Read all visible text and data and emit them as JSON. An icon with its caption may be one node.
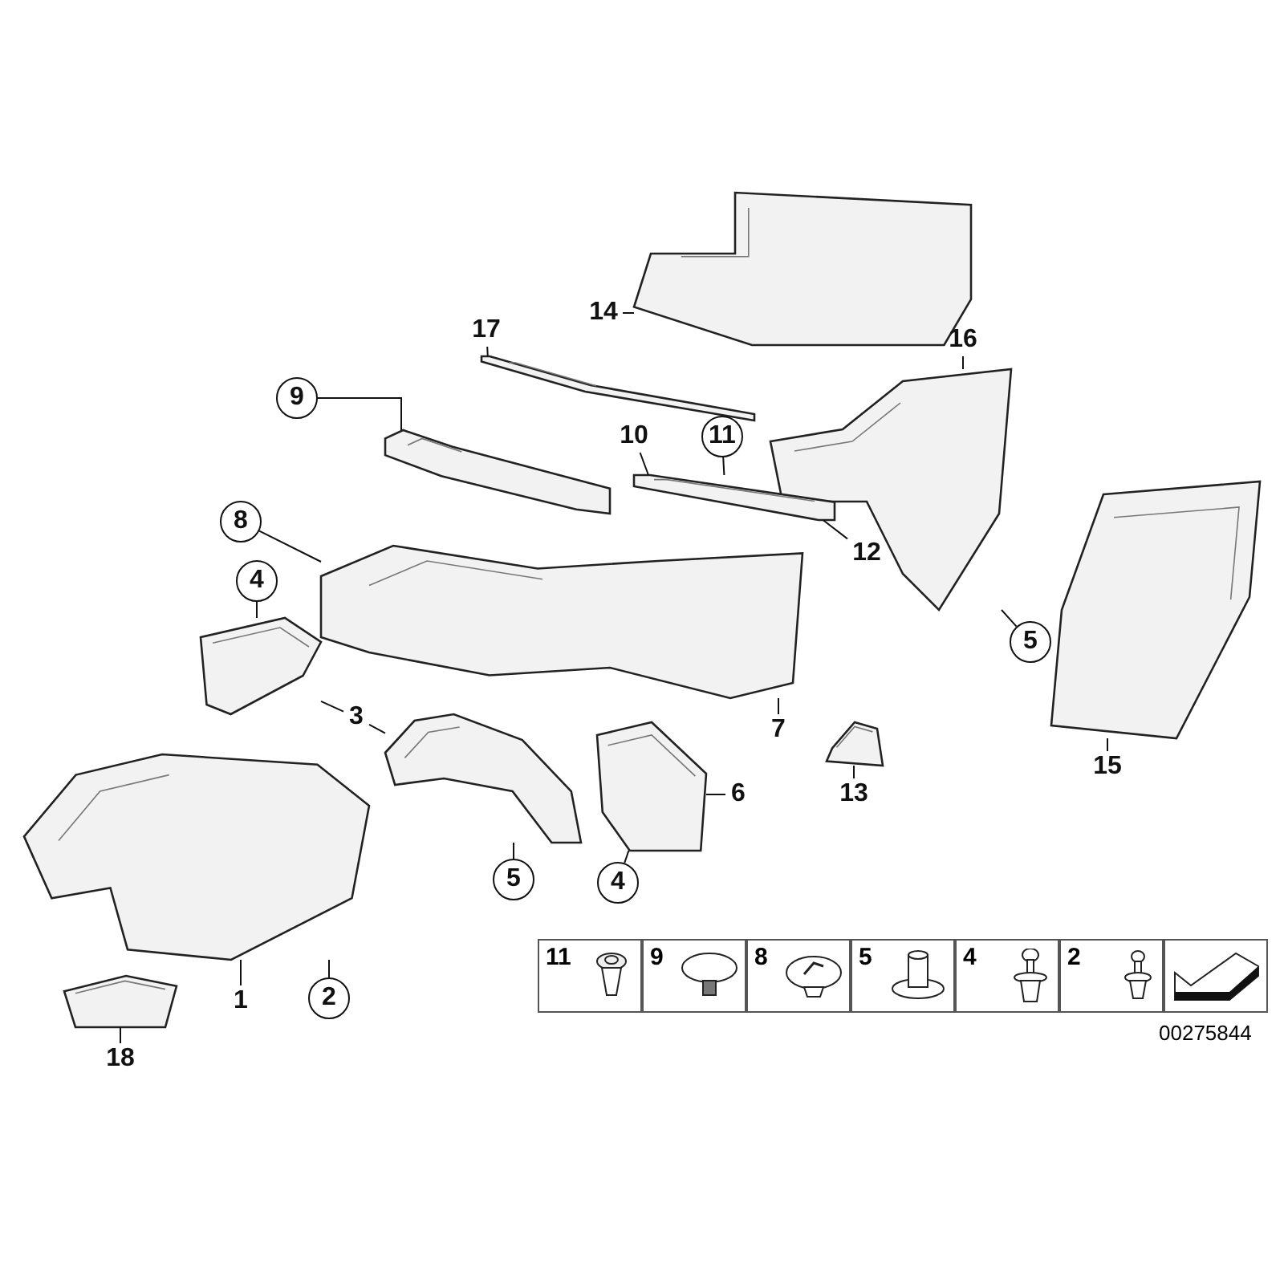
{
  "diagram": {
    "nodes": [
      {
        "text": [
          "17"
        ]
      },
      {
        "text": [
          "14"
        ]
      },
      {
        "text": [
          "16"
        ]
      },
      {
        "text": [
          "9"
        ]
      },
      {
        "text": [
          "10"
        ]
      },
      {
        "text": [
          "11"
        ]
      },
      {
        "text": [
          "8"
        ]
      },
      {
        "text": [
          "4"
        ]
      },
      {
        "text": [
          "5"
        ]
      },
      {
        "text": [
          "12"
        ]
      },
      {
        "text": [
          "3"
        ]
      },
      {
        "text": [
          "13"
        ]
      },
      {
        "text": [
          "15"
        ]
      },
      {
        "text": [
          "7"
        ]
      },
      {
        "text": [
          "5"
        ]
      },
      {
        "text": [
          "4"
        ]
      },
      {
        "text": [
          "6"
        ]
      },
      {
        "text": [
          "18"
        ]
      },
      {
        "text": [
          "1"
        ]
      },
      {
        "text": [
          "2"
        ]
      },
      {
        "text": [],
        "shape": "picture"
      },
      {
        "text": [],
        "shape": "picture"
      },
      {
        "text": [],
        "shape": "picture"
      },
      {
        "text": [],
        "shape": "picture"
      },
      {
        "text": [],
        "shape": "picture"
      },
      {
        "text": [],
        "shape": "picture"
      },
      {
        "text": [],
        "shape": "picture"
      },
      {
        "text": [],
        "shape": "picture"
      },
      {
        "text": [],
        "shape": "picture"
      },
      {
        "text": [],
        "shape": "picture"
      },
      {
        "text": [],
        "shape": "picture"
      },
      {
        "text": [],
        "shape": "picture"
      },
      {
        "text": [],
        "shape": "picture"
      }
    ],
    "edges": [
      {
        "from": 0,
        "to": 21,
        "arrow": "none"
      },
      {
        "from": 1,
        "to": 20,
        "arrow": "none"
      },
      {
        "from": 2,
        "to": 22,
        "arrow": "none"
      },
      {
        "from": 3,
        "to": 24,
        "arrow": "none"
      },
      {
        "from": 4,
        "to": 25,
        "arrow": "none"
      },
      {
        "from": 5,
        "to": 25,
        "arrow": "none"
      },
      {
        "from": 6,
        "to": 26,
        "arrow": "none"
      },
      {
        "from": 7,
        "to": 27,
        "arrow": "none"
      },
      {
        "from": 8,
        "to": 22,
        "arrow": "none"
      },
      {
        "from": 9,
        "to": 25,
        "arrow": "none"
      },
      {
        "from": 10,
        "to": 27,
        "arrow": "none"
      },
      {
        "from": 10,
        "to": 28,
        "arrow": "none"
      },
      {
        "from": 11,
        "to": 29,
        "arrow": "none"
      },
      {
        "from": 12,
        "to": 23,
        "arrow": "none"
      },
      {
        "from": 13,
        "to": 26,
        "arrow": "none"
      },
      {
        "from": 14,
        "to": 28,
        "arrow": "none"
      },
      {
        "from": 15,
        "to": 30,
        "arrow": "none"
      },
      {
        "from": 16,
        "to": 30,
        "arrow": "none"
      },
      {
        "from": 17,
        "to": 32,
        "arrow": "none"
      },
      {
        "from": 18,
        "to": 31,
        "arrow": "none"
      },
      {
        "from": 19,
        "to": 31,
        "arrow": "none"
      }
    ],
    "labels": [
      "11",
      "9",
      "8",
      "5",
      "4",
      "2",
      "00275844"
    ]
  }
}
